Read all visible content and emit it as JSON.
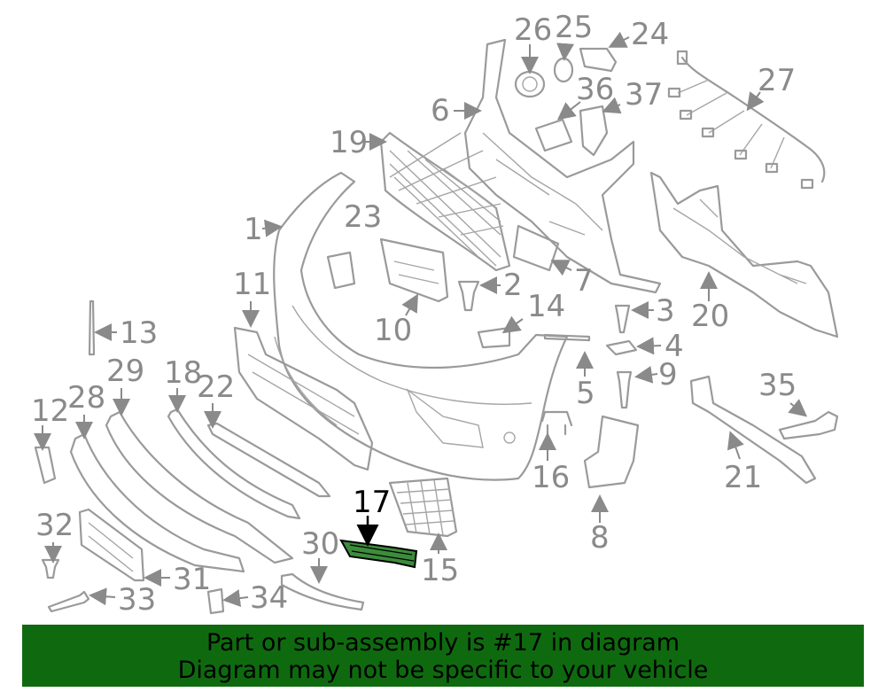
{
  "diagram": {
    "highlighted_part": "17",
    "highlight_color": "#3c8c3c",
    "part_numbers": {
      "p1": "1",
      "p2": "2",
      "p3": "3",
      "p4": "4",
      "p5": "5",
      "p6": "6",
      "p7": "7",
      "p8": "8",
      "p9": "9",
      "p10": "10",
      "p11": "11",
      "p12": "12",
      "p13": "13",
      "p14": "14",
      "p15": "15",
      "p16": "16",
      "p17": "17",
      "p18": "18",
      "p19": "19",
      "p20": "20",
      "p21": "21",
      "p22": "22",
      "p23": "23",
      "p24": "24",
      "p25": "25",
      "p26": "26",
      "p27": "27",
      "p28": "28",
      "p29": "29",
      "p30": "30",
      "p31": "31",
      "p32": "32",
      "p33": "33",
      "p34": "34",
      "p35": "35",
      "p36": "36",
      "p37": "37"
    }
  },
  "banner": {
    "line1": "Part or sub-assembly is #17 in diagram",
    "line2": "Diagram may not be specific to your vehicle",
    "background": "#0f6a0f"
  }
}
